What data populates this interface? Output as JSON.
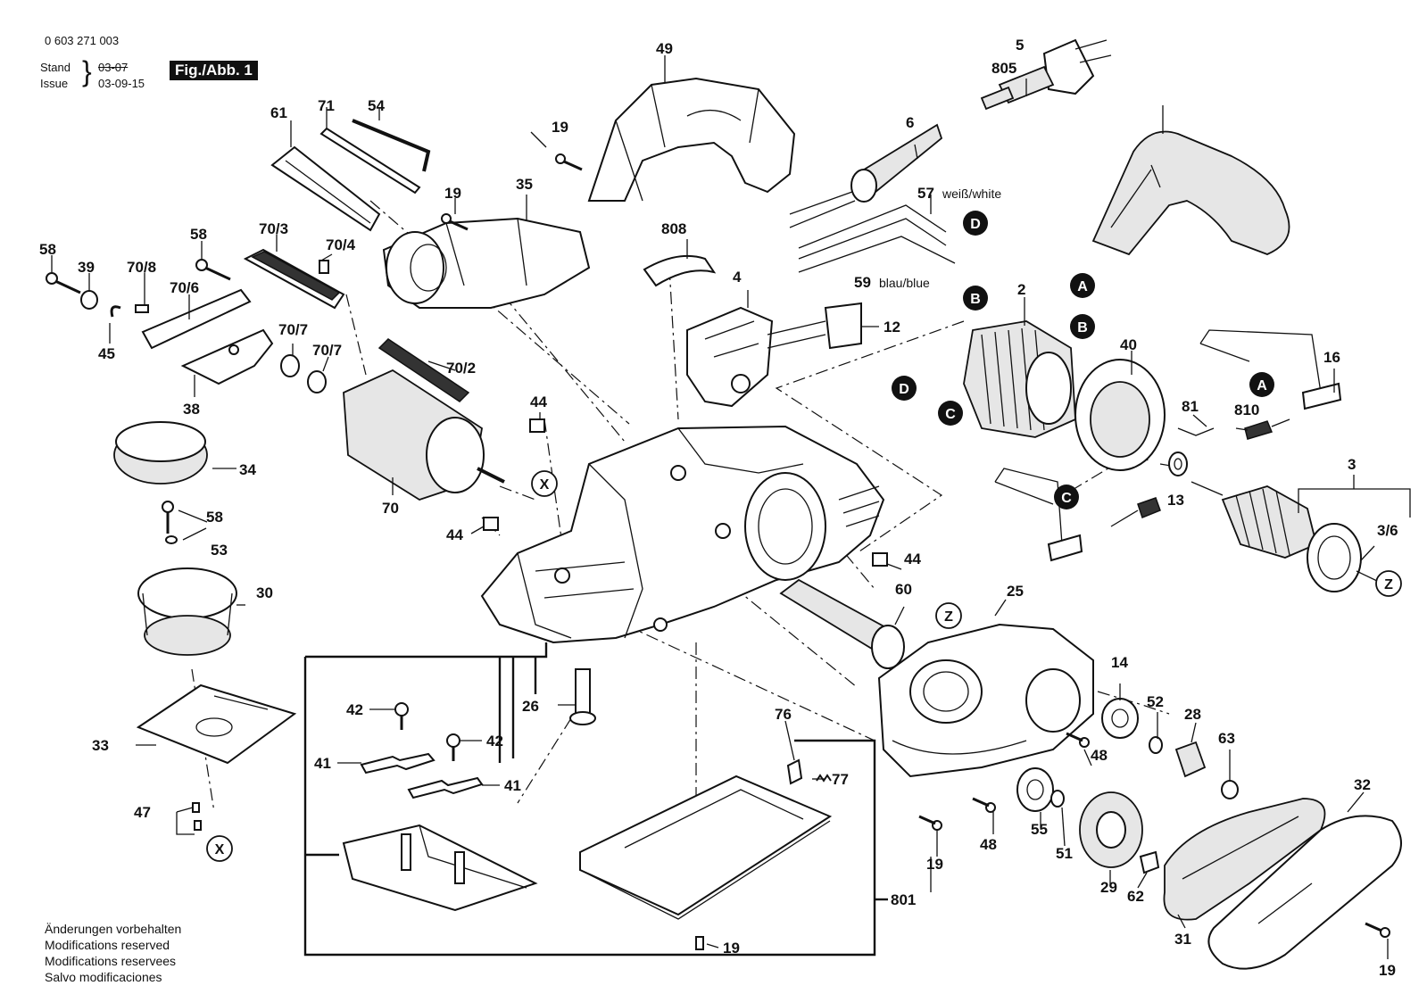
{
  "header": {
    "doc_number": "0 603 271 003",
    "stand_label": "Stand",
    "issue_label": "Issue",
    "old_date": "03-07",
    "date": "03-09-15",
    "figure": "Fig./Abb. 1"
  },
  "notes": [
    "Änderungen vorbehalten",
    "Modifications reserved",
    "Modifications reservees",
    "Salvo modificaciones"
  ],
  "wire_labels": {
    "white": "weiß/white",
    "blue": "blau/blue"
  },
  "callouts_black": [
    "A",
    "B",
    "C",
    "D"
  ],
  "callouts_white": [
    "X",
    "Z"
  ],
  "part_labels": [
    "49",
    "5",
    "805",
    "6",
    "57",
    "59",
    "2",
    "40",
    "16",
    "810",
    "81",
    "13",
    "3",
    "3/6",
    "19",
    "35",
    "808",
    "4",
    "12",
    "61",
    "71",
    "54",
    "70/3",
    "70/4",
    "58",
    "39",
    "70/8",
    "70/6",
    "45",
    "38",
    "70/7",
    "70/2",
    "34",
    "70",
    "44",
    "53",
    "30",
    "60",
    "25",
    "14",
    "52",
    "28",
    "63",
    "48",
    "55",
    "51",
    "29",
    "62",
    "32",
    "31",
    "26",
    "42",
    "41",
    "33",
    "47",
    "76",
    "77",
    "801"
  ]
}
